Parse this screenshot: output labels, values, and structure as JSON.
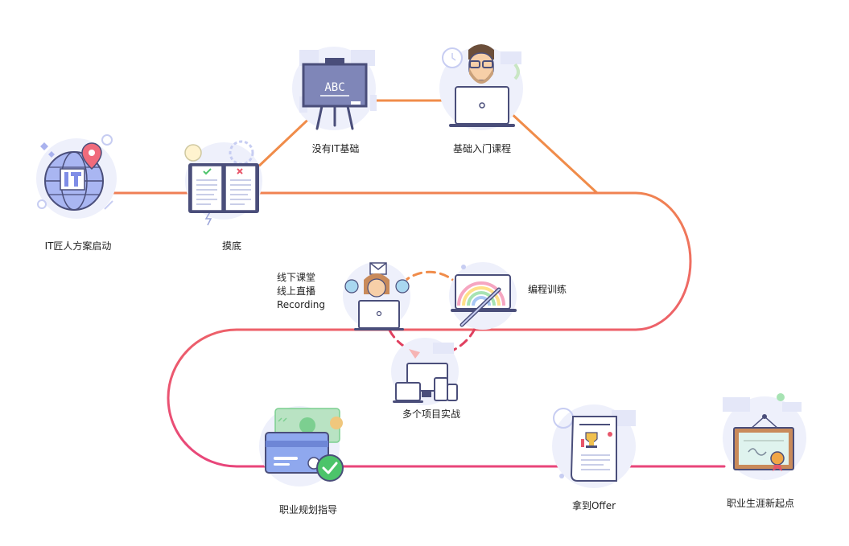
{
  "colors": {
    "path_orange": "#f08c4a",
    "path_pink": "#e8457a",
    "path_dash_orange": "#f08c4a",
    "path_dash_pink": "#e0405f",
    "bubble": "#e9ecfb",
    "ink": "#4a4e7a",
    "blue": "#7f8de6",
    "green": "#4cc46a",
    "red": "#e8566a"
  },
  "steps": [
    {
      "id": "launch",
      "label": "IT匠人方案启动"
    },
    {
      "id": "assess",
      "label": "摸底"
    },
    {
      "id": "no-it",
      "label": "没有IT基础"
    },
    {
      "id": "intro",
      "label": "基础入门课程"
    },
    {
      "id": "coding",
      "label": "编程训练"
    },
    {
      "id": "projects",
      "label": "多个项目实战"
    },
    {
      "id": "career",
      "label": "职业规划指导"
    },
    {
      "id": "offer",
      "label": "拿到Offer"
    },
    {
      "id": "new-start",
      "label": "职业生涯新起点"
    }
  ],
  "learning_modes": [
    "线下课堂",
    "线上直播",
    "Recording"
  ],
  "icons": {
    "launch": "globe-pin-icon",
    "assess": "open-book-icon",
    "no-it": "chalkboard-icon",
    "intro": "teacher-laptop-icon",
    "modes": "student-laptop-icon",
    "coding": "laptop-rainbow-icon",
    "projects": "devices-icon",
    "career": "credit-card-check-icon",
    "offer": "newspaper-trophy-icon",
    "new-start": "certificate-icon"
  },
  "chalkboard_text": "ABC"
}
